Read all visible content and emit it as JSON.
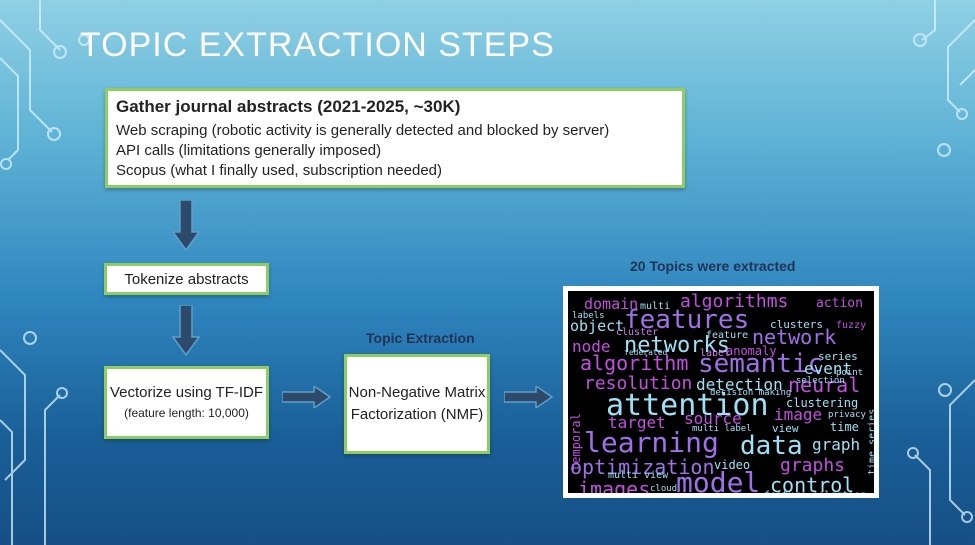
{
  "title": "TOPIC EXTRACTION STEPS",
  "gather": {
    "heading": "Gather journal abstracts (2021-2025, ~30K)",
    "lines": [
      "Web scraping (robotic activity is generally detected and blocked by server)",
      "API calls (limitations generally imposed)",
      "Scopus (what I finally used, subscription needed)"
    ]
  },
  "tokenize": {
    "label": "Tokenize abstracts"
  },
  "vectorize": {
    "label": "Vectorize using TF-IDF",
    "detail": "(feature length:  10,000)"
  },
  "topic_extraction_label": "Topic Extraction",
  "nmf": {
    "label": "Non-Negative Matrix Factorization (NMF)"
  },
  "topics_label": "20 Topics were extracted",
  "wordcloud": {
    "words": [
      "domain",
      "multi",
      "algorithms",
      "action",
      "labels",
      "object",
      "features",
      "clusters",
      "fuzzy",
      "cluster",
      "feature",
      "network",
      "node",
      "networks",
      "anomaly",
      "label",
      "series",
      "algorithm",
      "semantic",
      "event",
      "point",
      "resolution",
      "detection",
      "neural",
      "selection",
      "temporal",
      "decision making",
      "attention",
      "image",
      "clustering",
      "privacy",
      "target",
      "source",
      "time",
      "time series",
      "learning",
      "multi label",
      "view",
      "data",
      "graph",
      "optimization",
      "video",
      "graphs",
      "multi view",
      "images",
      "cloud",
      "model",
      "control",
      "feature selection",
      "federated"
    ]
  }
}
